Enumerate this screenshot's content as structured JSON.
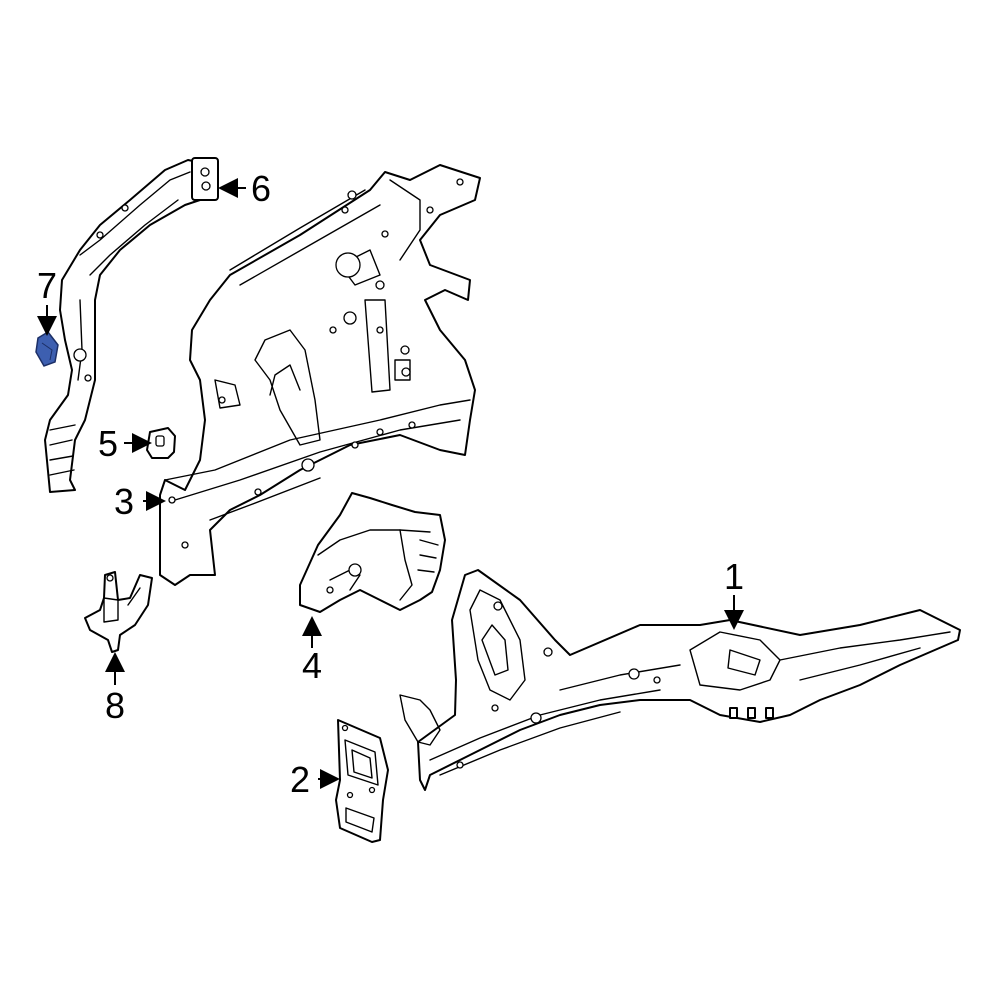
{
  "diagram": {
    "highlight_color": "#3d5fb0",
    "line_color": "#000000",
    "background": "#ffffff",
    "callouts": [
      {
        "id": "1",
        "label": "1"
      },
      {
        "id": "2",
        "label": "2"
      },
      {
        "id": "3",
        "label": "3"
      },
      {
        "id": "4",
        "label": "4"
      },
      {
        "id": "5",
        "label": "5"
      },
      {
        "id": "6",
        "label": "6"
      },
      {
        "id": "7",
        "label": "7",
        "highlighted": true
      },
      {
        "id": "8",
        "label": "8"
      }
    ]
  }
}
